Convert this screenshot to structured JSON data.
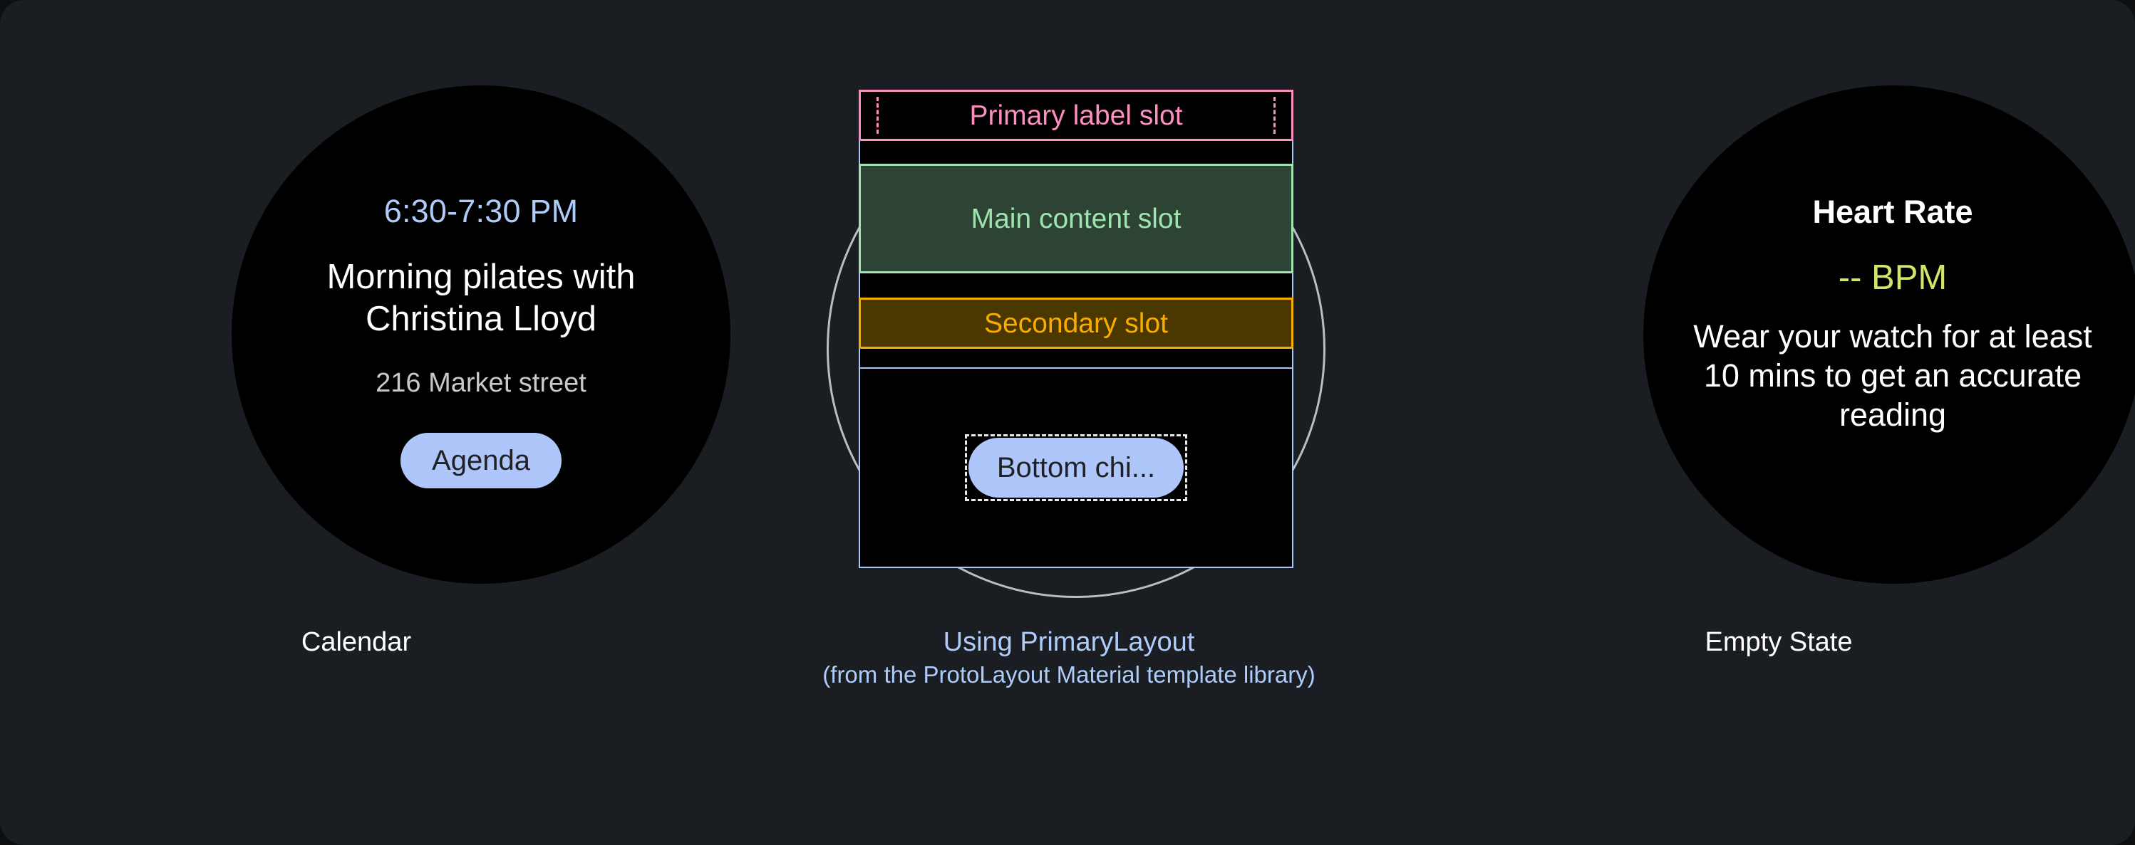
{
  "page": {
    "background_color": "#1a1e22",
    "watch_face_color": "#000000"
  },
  "panels": [
    {
      "id": "calendar",
      "caption": "Calendar",
      "caption_color": "#ffffff",
      "content": {
        "time_range": "6:30-7:30 PM",
        "time_color": "#aecbfa",
        "title": "Morning pilates with Christina Lloyd",
        "title_color": "#ffffff",
        "address": "216 Market street",
        "address_color": "#c7c9cc",
        "chip_label": "Agenda",
        "chip_bg": "#aec6fa",
        "chip_text_color": "#202124"
      }
    },
    {
      "id": "protolayout",
      "caption_main": "Using PrimaryLayout",
      "caption_sub": "(from the ProtoLayout Material template library)",
      "caption_color": "#aecbfa",
      "slots": {
        "primary_label": {
          "label": "Primary label slot",
          "stroke": "#ff8ec0",
          "fill": "#000000",
          "text_color": "#ff8ec0"
        },
        "main_content": {
          "label": "Main content slot",
          "stroke": "#9fe3b0",
          "fill": "#2d4435",
          "text_color": "#9fe3b0"
        },
        "secondary": {
          "label": "Secondary slot",
          "stroke": "#f3ae00",
          "fill": "#4a3800",
          "text_color": "#f9ab00"
        },
        "bottom_chip": {
          "label": "Bottom chi...",
          "fill": "#aec6fa",
          "text_color": "#202124",
          "outline": "#e8eaed"
        }
      },
      "frame_stroke": "#a8c7fa",
      "watch_outline_stroke": "#b8bec2"
    },
    {
      "id": "empty-state",
      "caption": "Empty State",
      "caption_color": "#ffffff",
      "content": {
        "title": "Heart Rate",
        "title_color": "#ffffff",
        "value": "-- BPM",
        "value_color": "#cfe86b",
        "description": "Wear your watch for at least 10 mins to get an accurate reading",
        "description_color": "#ffffff"
      }
    }
  ]
}
